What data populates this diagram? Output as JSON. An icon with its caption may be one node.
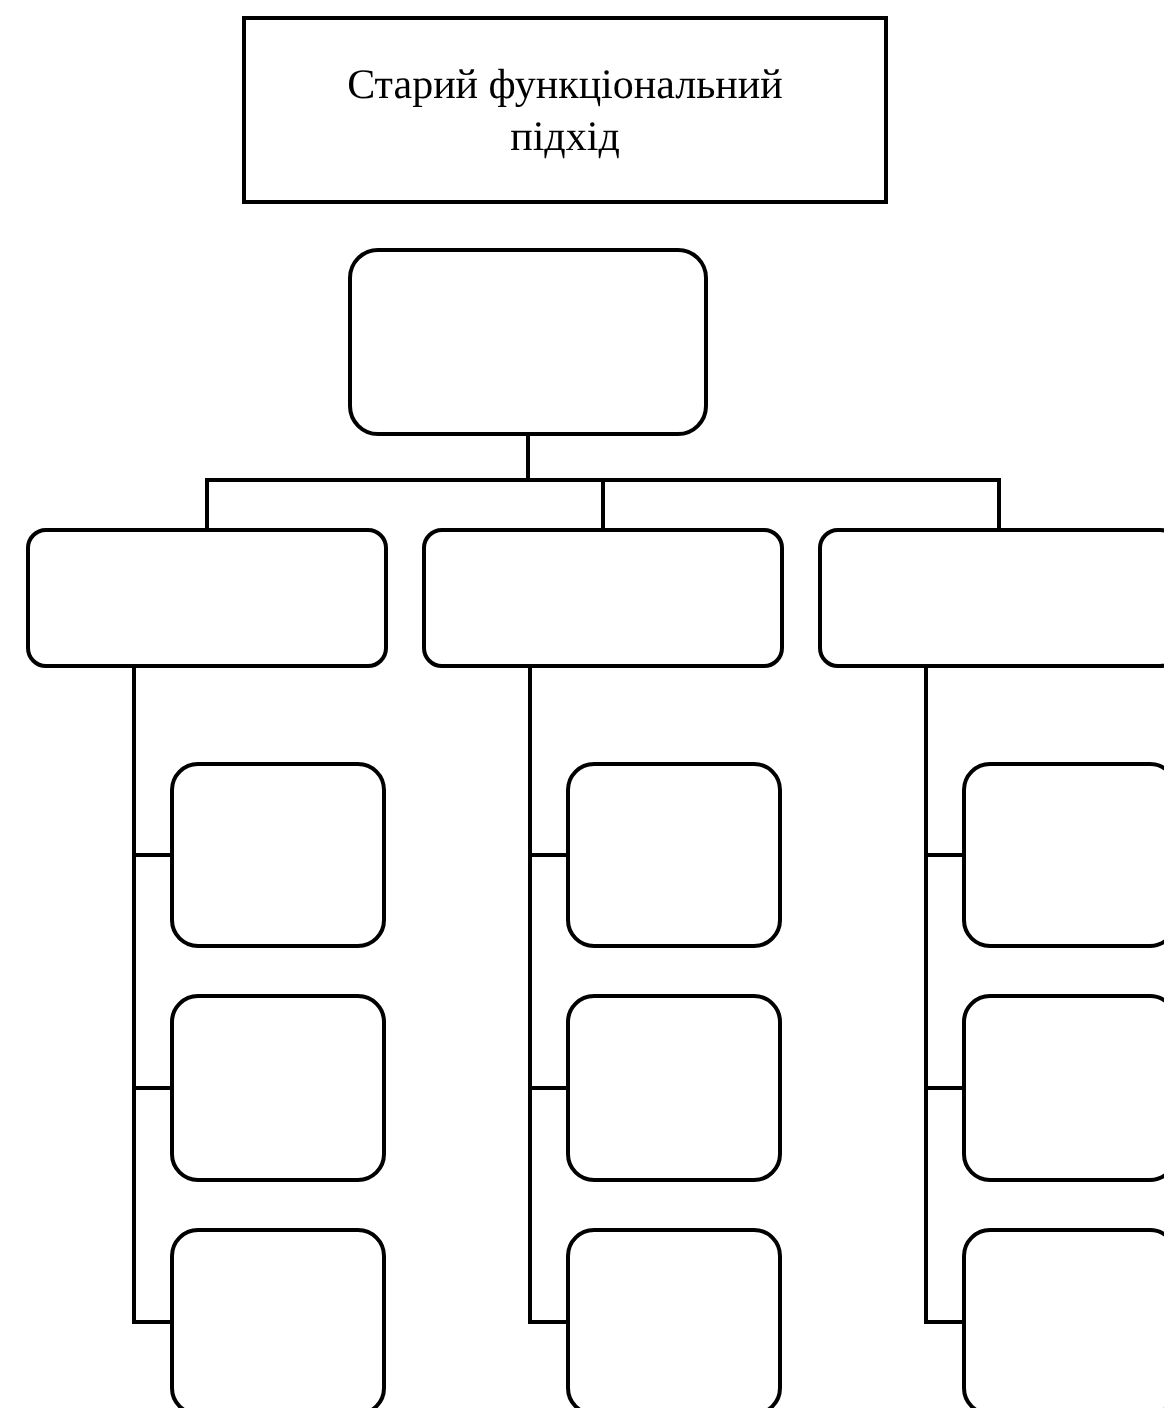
{
  "diagram": {
    "nodes": [
      {
        "text": [
          "Старий функціональний підхід"
        ]
      },
      {
        "text": [],
        "shape": "box"
      },
      {
        "text": [],
        "shape": "box"
      },
      {
        "text": [],
        "shape": "box"
      },
      {
        "text": [],
        "shape": "box"
      },
      {
        "text": [],
        "shape": "box"
      },
      {
        "text": [],
        "shape": "box"
      },
      {
        "text": [],
        "shape": "box"
      },
      {
        "text": [],
        "shape": "box"
      },
      {
        "text": [],
        "shape": "box"
      },
      {
        "text": [],
        "shape": "box"
      },
      {
        "text": [],
        "shape": "box"
      },
      {
        "text": [],
        "shape": "box"
      },
      {
        "text": [],
        "shape": "box"
      }
    ],
    "edges": [
      {
        "from": 1,
        "to": 2,
        "arrow": "none"
      },
      {
        "from": 1,
        "to": 3,
        "arrow": "none"
      },
      {
        "from": 1,
        "to": 4,
        "arrow": "none"
      },
      {
        "from": 2,
        "to": 5,
        "arrow": "none"
      },
      {
        "from": 2,
        "to": 8,
        "arrow": "none"
      },
      {
        "from": 2,
        "to": 11,
        "arrow": "none"
      },
      {
        "from": 3,
        "to": 6,
        "arrow": "none"
      },
      {
        "from": 3,
        "to": 9,
        "arrow": "none"
      },
      {
        "from": 3,
        "to": 12,
        "arrow": "none"
      },
      {
        "from": 4,
        "to": 7,
        "arrow": "none"
      },
      {
        "from": 4,
        "to": 10,
        "arrow": "none"
      },
      {
        "from": 4,
        "to": 13,
        "arrow": "none"
      }
    ]
  }
}
